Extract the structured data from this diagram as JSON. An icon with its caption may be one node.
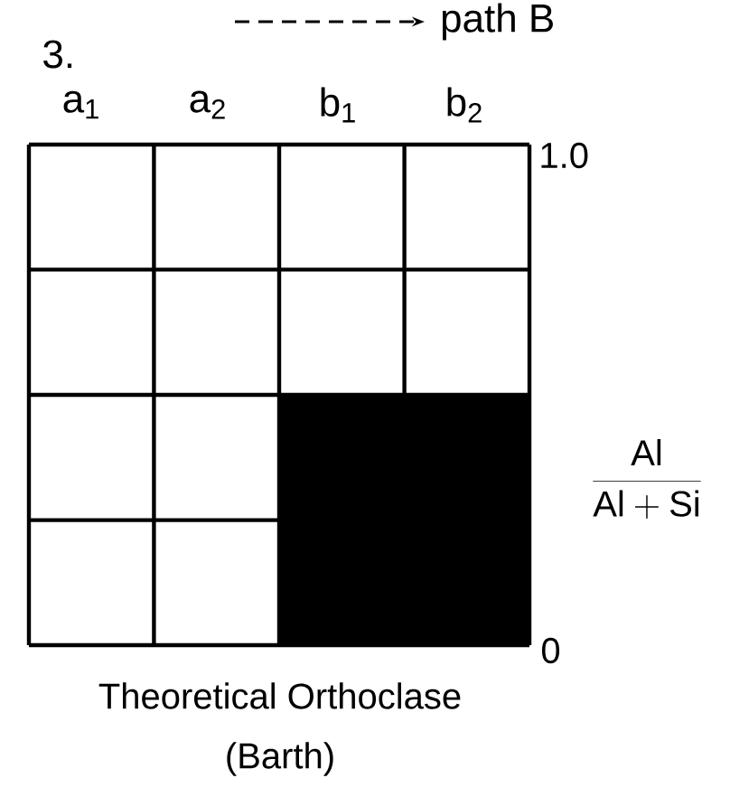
{
  "diagram": {
    "labels": [
      "3.",
      "a$_{1}$",
      "a$_{2}$",
      "b$_{1}$",
      "b$_{2}$",
      "1.0",
      "\\frac{\\mathrm{Al}}{\\mathrm{Al+Si}}",
      "0",
      "Theoretical Orthoclase",
      "(Barth)"
    ],
    "legend": [
      {
        "text": "path B"
      }
    ]
  }
}
